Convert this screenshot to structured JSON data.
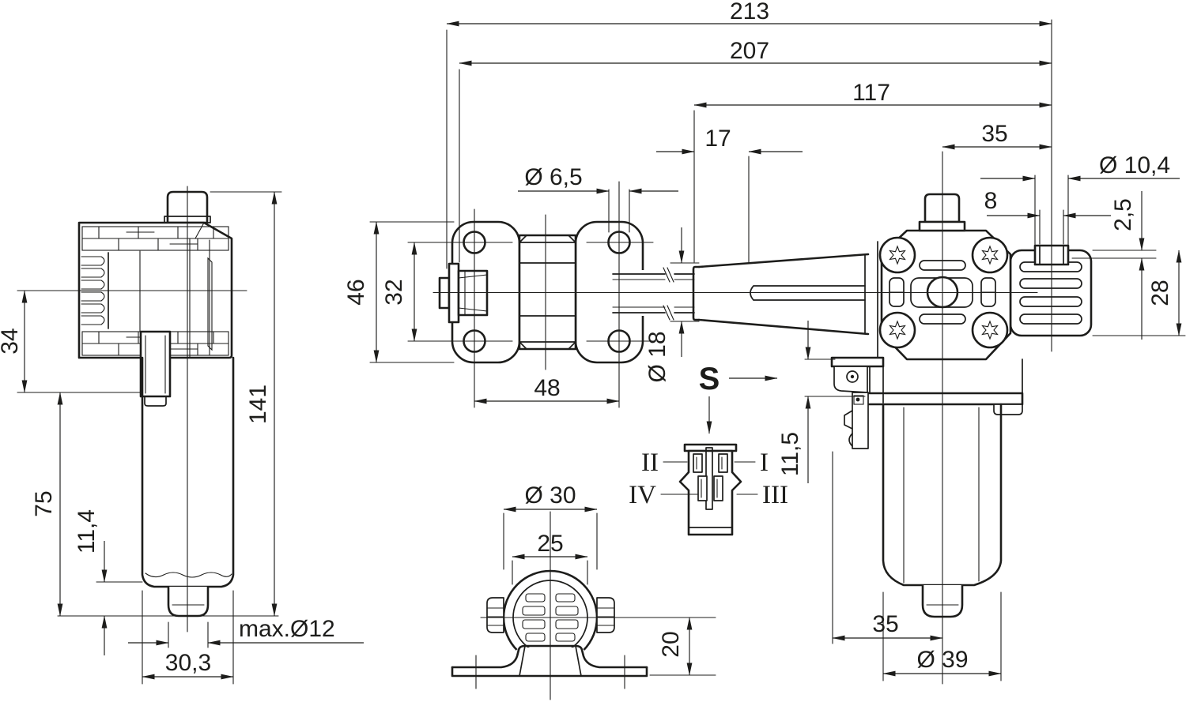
{
  "drawing": {
    "dims": {
      "overall_length": "213",
      "length_to_shaft_flange": "207",
      "arm_to_pivot_length": "117",
      "arm_end_offset": "17",
      "shaft_to_pivot": "35",
      "pivot_outer_dia": "Ø 10,4",
      "pivot_inner_width": "8",
      "flange_step": "2,5",
      "flange_height": "28",
      "bracket_height": "46",
      "hole_spacing_vertical": "32",
      "mount_hole_dia": "Ø 6,5",
      "hole_spacing_horizontal": "48",
      "arm_dia": "Ø 18",
      "gearbox_offset": "34",
      "overall_height": "141",
      "motor_body_length": "75",
      "shaft_protrusion": "11,4",
      "max_shaft_dia": "max.Ø12",
      "motor_body_width": "30,3",
      "end_cap_dia": "Ø 30",
      "end_cap_flat": "25",
      "foot_height": "20",
      "connector_offset": "11,5",
      "motor_edge_to_axis": "35",
      "motor_dia": "Ø 39"
    },
    "section": {
      "label": "S"
    },
    "pins": {
      "i": "I",
      "ii": "II",
      "iii": "III",
      "iv": "IV"
    },
    "colors": {
      "line": "#1d1d1b",
      "background": "#ffffff"
    }
  }
}
